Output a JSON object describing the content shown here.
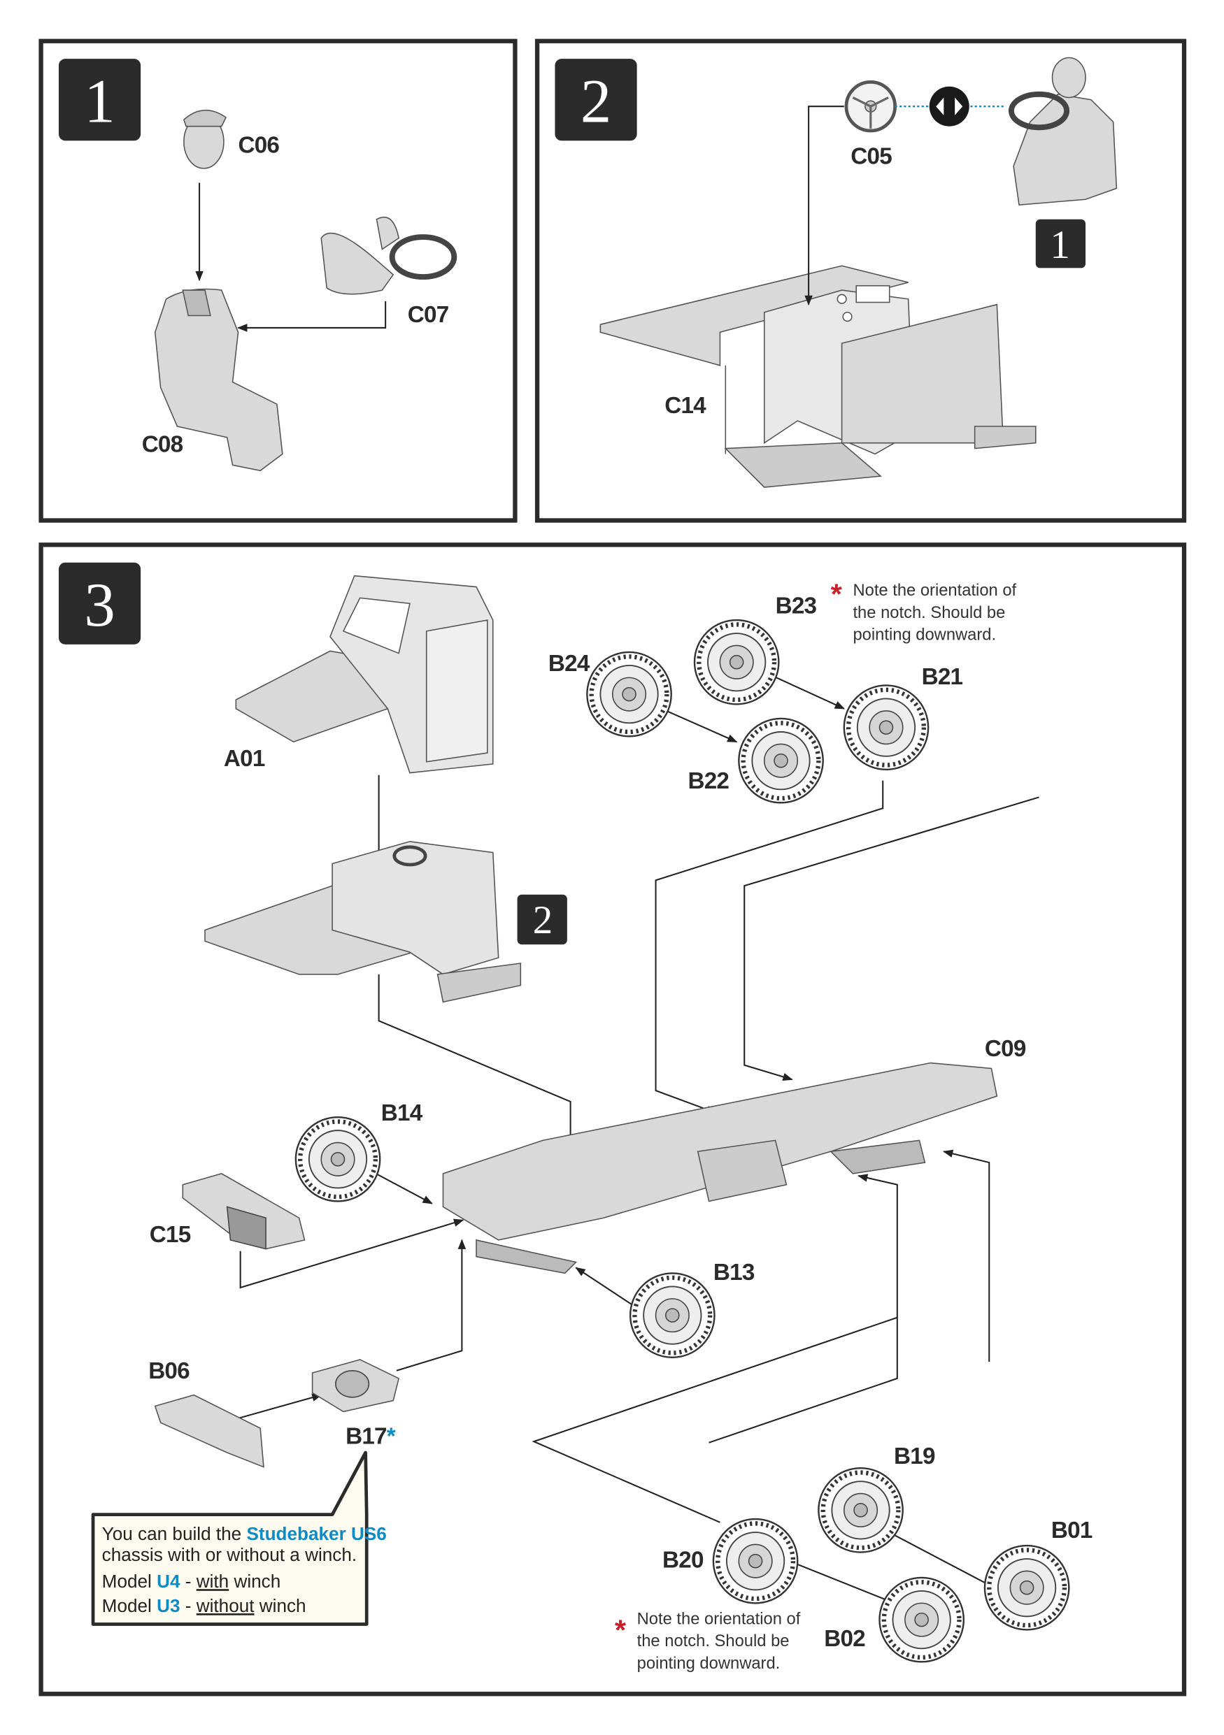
{
  "steps": [
    {
      "number": "1",
      "parts": [
        "C06",
        "C07",
        "C08"
      ]
    },
    {
      "number": "2",
      "parts": [
        "C05",
        "C14"
      ],
      "reference_step": "1"
    },
    {
      "number": "3",
      "parts": [
        "A01",
        "B23",
        "B24",
        "B21",
        "B22",
        "C09",
        "B14",
        "C15",
        "B13",
        "B06",
        "B17",
        "B19",
        "B01",
        "B20",
        "B02"
      ],
      "reference_step": "2"
    }
  ],
  "labels": {
    "C06": "C06",
    "C07": "C07",
    "C08": "C08",
    "C05": "C05",
    "C14": "C14",
    "A01": "A01",
    "B23": "B23",
    "B24": "B24",
    "B21": "B21",
    "B22": "B22",
    "C09": "C09",
    "B14": "B14",
    "C15": "C15",
    "B13": "B13",
    "B06": "B06",
    "B17": "B17",
    "B17_mark": "*",
    "B19": "B19",
    "B01": "B01",
    "B20": "B20",
    "B02": "B02"
  },
  "notes": {
    "asterisk": "*",
    "line1": "Note the orientation of",
    "line2": "the notch.  Should be",
    "line3": "pointing downward."
  },
  "info_box": {
    "l1_a": "You can build the ",
    "l1_b": "Studebaker US6",
    "l2": "chassis with or without a winch.",
    "l3_a": "Model ",
    "l3_b": "U4",
    "l3_c": " - ",
    "l3_d": "with",
    "l3_e": " winch",
    "l4_a": "Model ",
    "l4_b": "U3",
    "l4_c": " - ",
    "l4_d": "without",
    "l4_e": " winch"
  },
  "colors": {
    "accent_blue": "#0e8ac4",
    "asterisk_red": "#c8202a",
    "badge": "#2b2b2b",
    "info_bg": "#fdfbef"
  }
}
